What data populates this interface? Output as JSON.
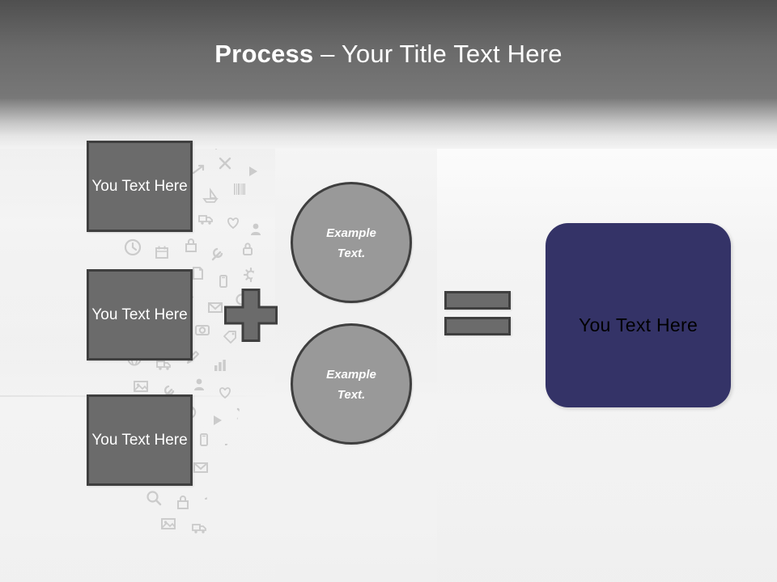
{
  "slide": {
    "title": {
      "bold_part": "Process",
      "separator": " – ",
      "rest": "Your Title Text Here",
      "full": "Process – Your Title Text Here"
    },
    "background": {
      "header_color": "#5c5c5c",
      "body_color": "#f2f2f2",
      "pattern_name": "icon-collage-watermark"
    }
  },
  "diagram": {
    "type": "process-equation",
    "inputs": [
      {
        "label": "You Text Here",
        "fill": "#6b6b6b",
        "border": "#3f3f3f",
        "shape": "rectangle"
      },
      {
        "label": "You Text Here",
        "fill": "#6b6b6b",
        "border": "#3f3f3f",
        "shape": "rectangle"
      },
      {
        "label": "You Text Here",
        "fill": "#6b6b6b",
        "border": "#3f3f3f",
        "shape": "rectangle"
      }
    ],
    "operator_plus": "+",
    "modifiers": [
      {
        "line1": "Example",
        "line2": "Text.",
        "fill": "#999999",
        "border": "#3f3f3f",
        "shape": "circle"
      },
      {
        "line1": "Example",
        "line2": "Text.",
        "fill": "#999999",
        "border": "#3f3f3f",
        "shape": "circle"
      }
    ],
    "operator_equals": "=",
    "result": {
      "label": "You Text Here",
      "fill": "#343367",
      "text_color": "#000000",
      "shape": "rounded-rectangle"
    }
  }
}
